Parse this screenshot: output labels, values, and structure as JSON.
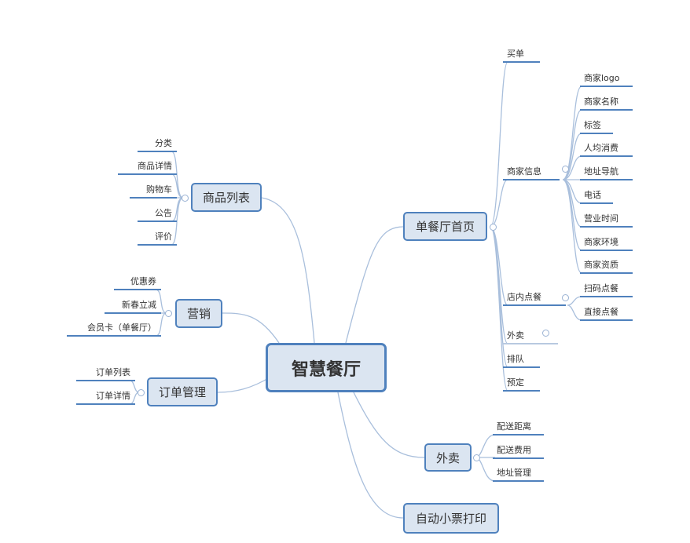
{
  "center": "智慧餐厅",
  "branches": {
    "home": {
      "label": "单餐厅首页",
      "children": {
        "pay": "买单",
        "info": "商家信息",
        "dinein": "店内点餐",
        "takeout": "外卖",
        "queue": "排队",
        "reserve": "预定"
      },
      "info_children": [
        "商家logo",
        "商家名称",
        "标签",
        "人均消费",
        "地址导航",
        "电话",
        "营业时间",
        "商家环境",
        "商家资质"
      ],
      "dinein_children": [
        "扫码点餐",
        "直接点餐"
      ]
    },
    "goods": {
      "label": "商品列表",
      "children": [
        "分类",
        "商品详情",
        "购物车",
        "公告",
        "评价"
      ]
    },
    "marketing": {
      "label": "营销",
      "children": [
        "优惠券",
        "新春立减",
        "会员卡（单餐厅）"
      ]
    },
    "orders": {
      "label": "订单管理",
      "children": [
        "订单列表",
        "订单详情"
      ]
    },
    "delivery": {
      "label": "外卖",
      "children": [
        "配送距离",
        "配送费用",
        "地址管理"
      ]
    },
    "print": {
      "label": "自动小票打印"
    }
  }
}
